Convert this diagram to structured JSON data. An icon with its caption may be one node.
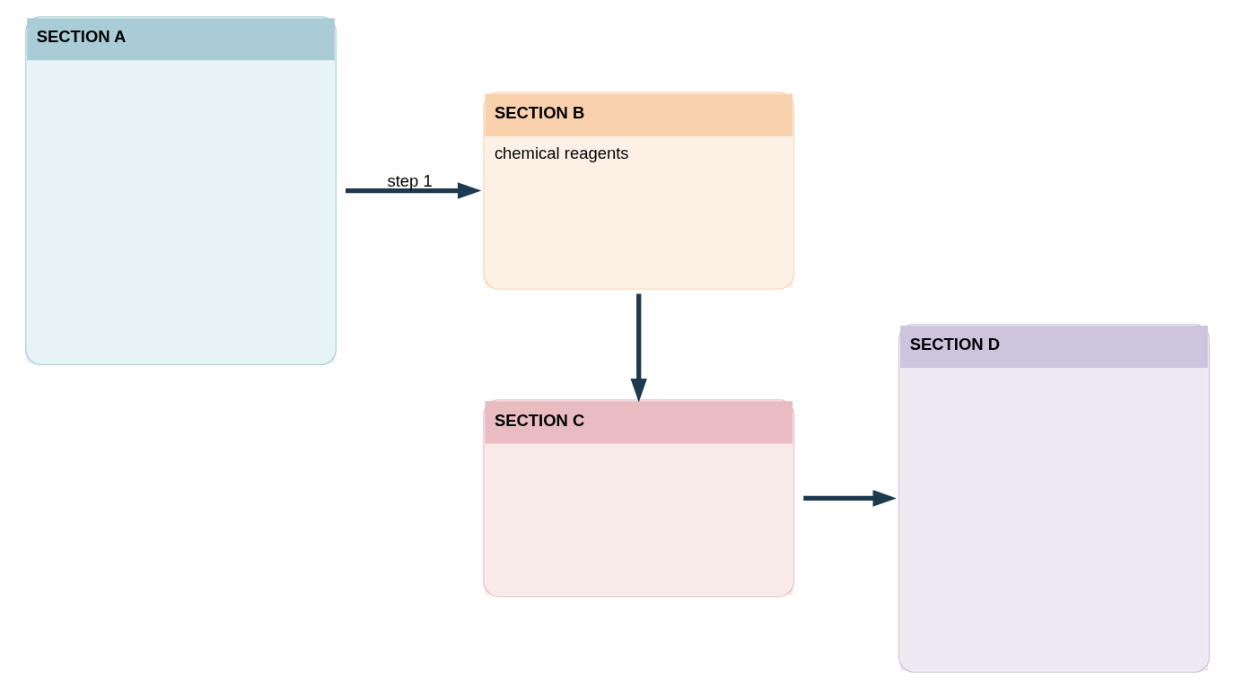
{
  "diagram": {
    "nodes": [
      {
        "text": [
          "SECTION A"
        ]
      },
      {
        "text": [
          "SECTION B",
          "chemical reagents"
        ]
      },
      {
        "text": [
          "SECTION C"
        ]
      },
      {
        "text": [
          "SECTION D"
        ]
      }
    ],
    "edges": [
      {
        "from": 0,
        "to": 1,
        "arrow": "to",
        "label": "step 1"
      },
      {
        "from": 1,
        "to": 2,
        "arrow": "to"
      },
      {
        "from": 2,
        "to": 3,
        "arrow": "to"
      }
    ]
  }
}
